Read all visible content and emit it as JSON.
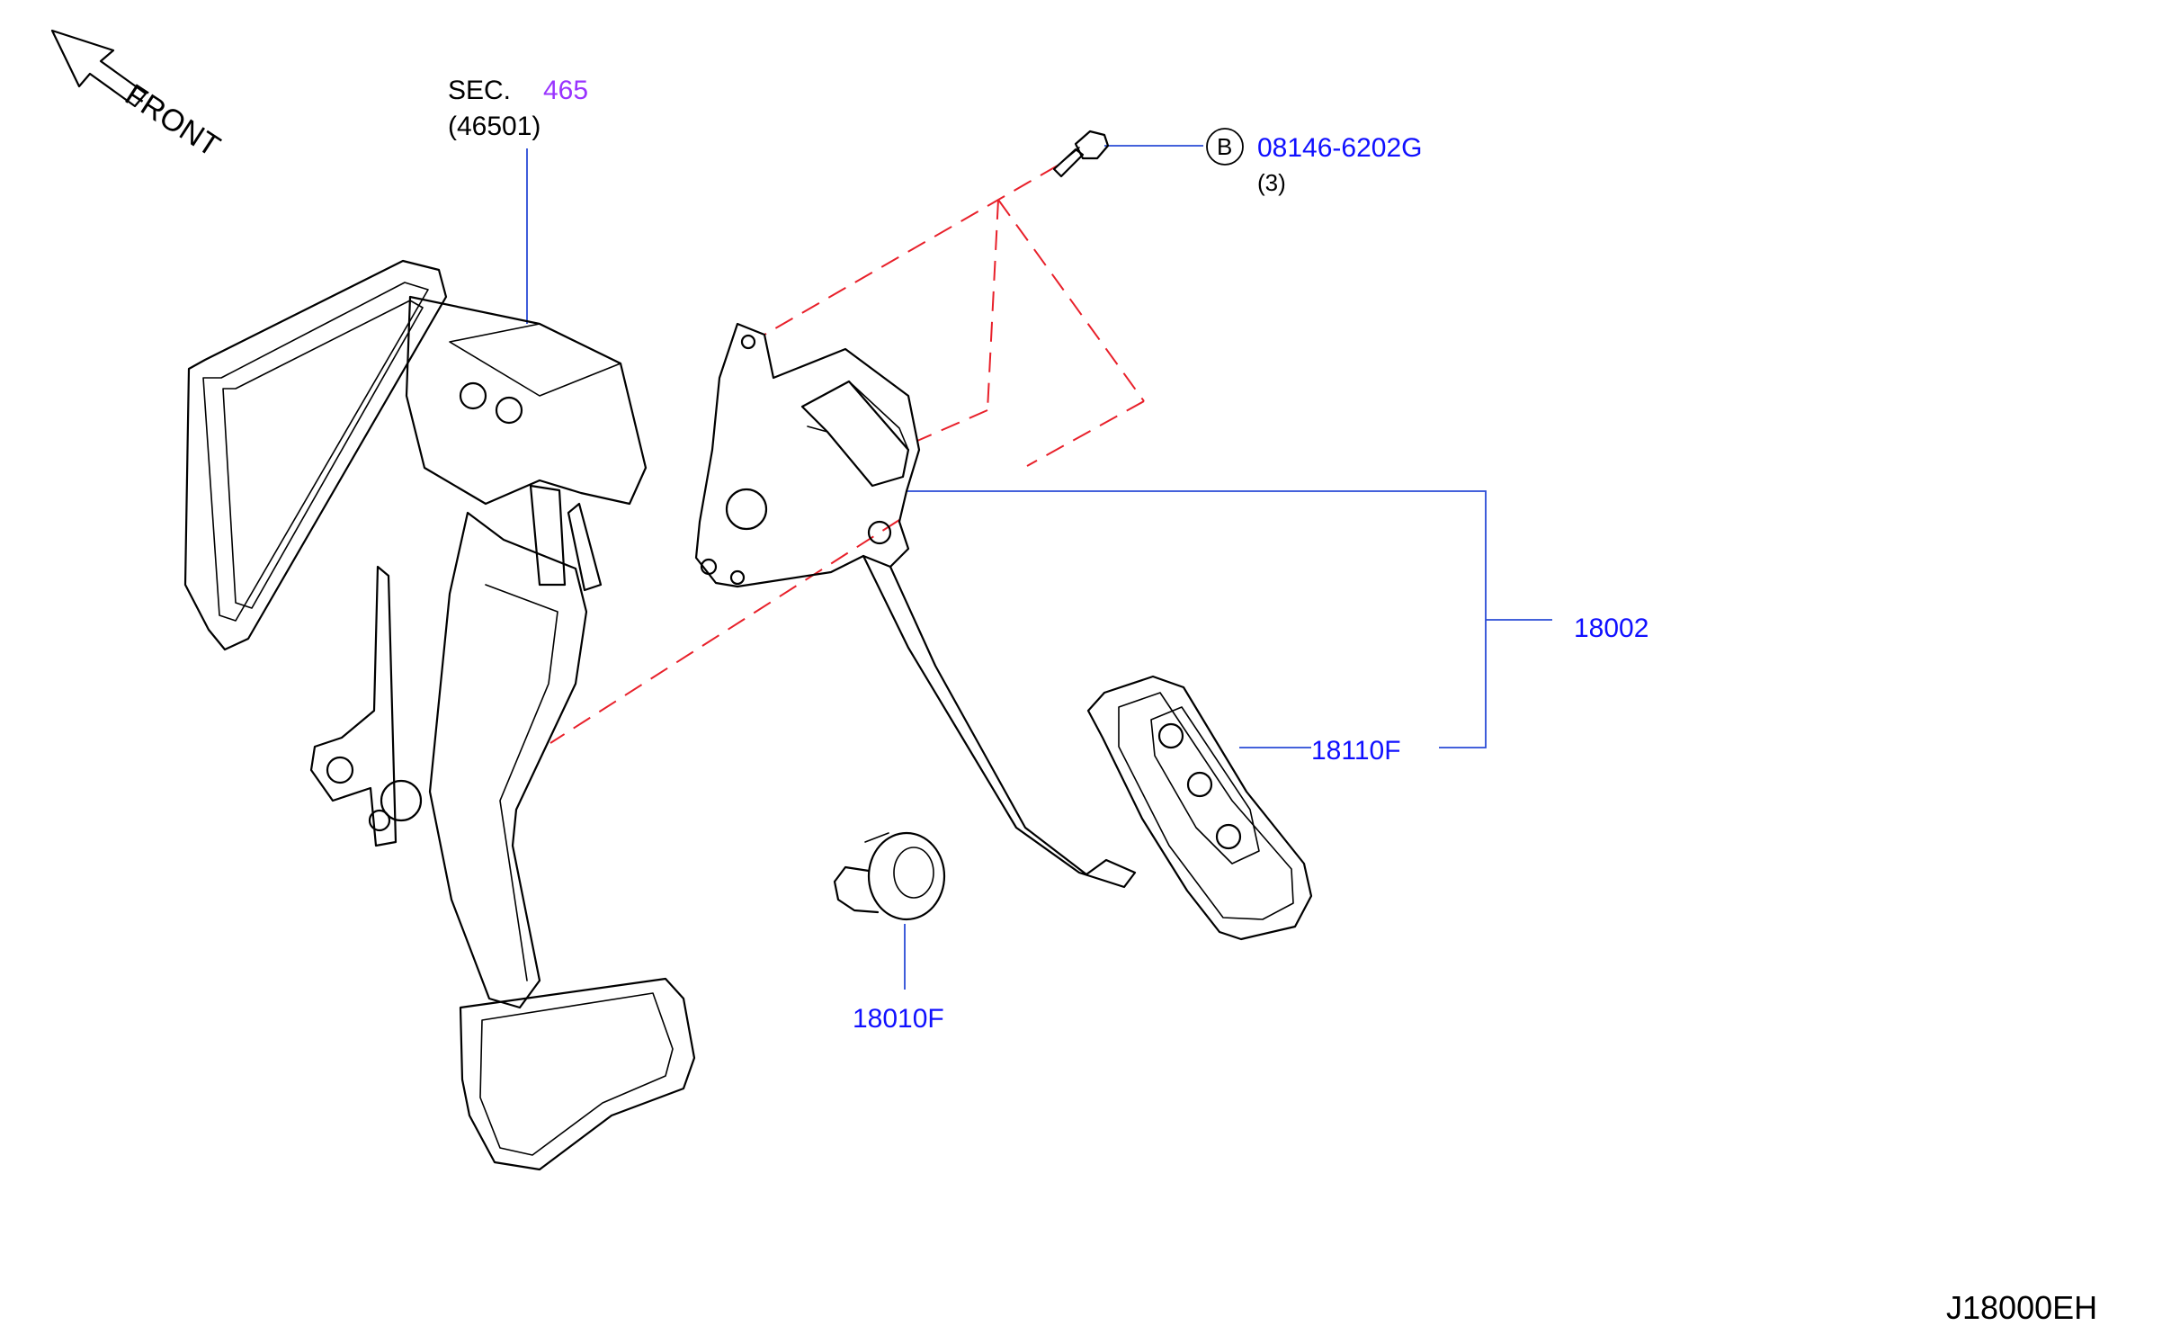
{
  "orientation": {
    "arrow_label": "FRONT"
  },
  "callouts": {
    "section_prefix": "SEC.",
    "section_number": "465",
    "section_sub": "(46501)",
    "bolt_symbol": "B",
    "bolt_part": "08146-6202G",
    "bolt_qty": "(3)",
    "accel_assembly": "18002",
    "pedal_pad": "18110F",
    "stopper": "18010F"
  },
  "drawing_id": "J18000EH",
  "colors": {
    "part_number": "#1010ff",
    "section_ref": "#9933ff",
    "leader_line": "#2a4bd6",
    "assembly_dash": "#e8202a",
    "outline": "#000000"
  }
}
